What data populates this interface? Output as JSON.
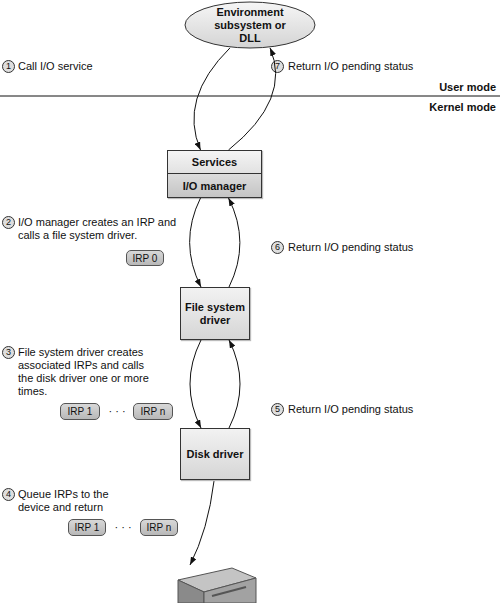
{
  "diagram": {
    "nodes": [
      {
        "text": [
          "Environment subsystem or DLL"
        ]
      },
      {
        "text": [
          "Services",
          "I/O manager"
        ]
      },
      {
        "text": [
          "IRP 0"
        ]
      },
      {
        "text": [
          "File system driver"
        ]
      },
      {
        "text": [
          "IRP 1"
        ]
      },
      {
        "text": [
          "IRP n"
        ]
      },
      {
        "text": [
          "Disk driver"
        ]
      },
      {
        "text": [
          "IRP 1"
        ]
      },
      {
        "text": [
          "IRP n"
        ]
      }
    ],
    "edges": [
      {
        "from": 0,
        "to": 1,
        "arrow": "to"
      },
      {
        "from": 1,
        "to": 0,
        "arrow": "to"
      },
      {
        "from": 1,
        "to": 3,
        "arrow": "to"
      },
      {
        "from": 3,
        "to": 1,
        "arrow": "to"
      },
      {
        "from": 3,
        "to": 6,
        "arrow": "to"
      },
      {
        "from": 6,
        "to": 3,
        "arrow": "to"
      }
    ],
    "labels": [
      "1",
      "Call I/O service",
      "7",
      "Return I/O pending status",
      "User mode",
      "Kernel mode",
      "2",
      "I/O manager creates an IRP and calls a file system driver.",
      "6",
      "Return I/O pending status",
      "3",
      "File system driver creates associated IRPs and calls the disk driver one or more times.",
      "· · ·",
      "5",
      "Return I/O pending status",
      "4",
      "Queue IRPs to the device and return",
      "· · ·"
    ]
  }
}
